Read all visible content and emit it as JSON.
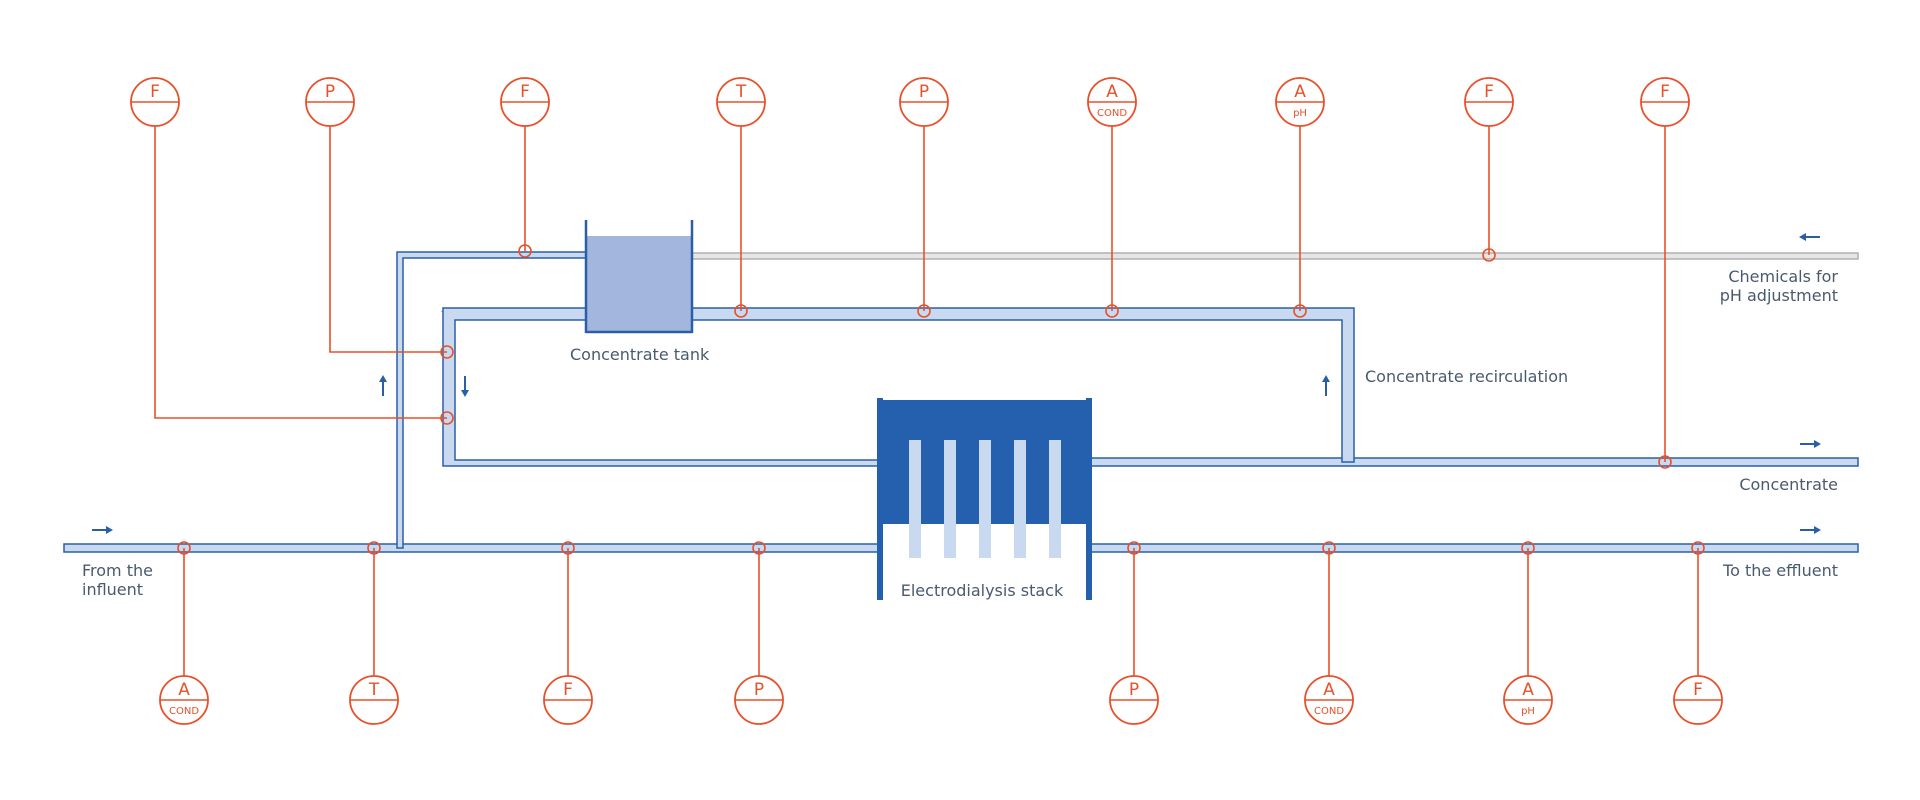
{
  "labels": {
    "concentrate_tank": "Concentrate tank",
    "concentrate_recirculation": "Concentrate recirculation",
    "chemicals_line1": "Chemicals for",
    "chemicals_line2": "pH adjustment",
    "concentrate": "Concentrate",
    "influent_line1": "From the",
    "influent_line2": "influent",
    "effluent": "To the effluent",
    "stack": "Electrodialysis stack"
  },
  "colors": {
    "pipe_blue": "#2a5fa8",
    "pipe_fill": "#c9daf0",
    "pipe_gray": "#b0b0b0",
    "tank": "#a3b7de",
    "stack": "#2460ad",
    "stack_plate": "#c9daf0",
    "instrument": "#e8502a",
    "text": "#4a5a6e"
  },
  "instruments_top": [
    {
      "letter": "F",
      "sub": ""
    },
    {
      "letter": "P",
      "sub": ""
    },
    {
      "letter": "F",
      "sub": ""
    },
    {
      "letter": "T",
      "sub": ""
    },
    {
      "letter": "P",
      "sub": ""
    },
    {
      "letter": "A",
      "sub": "COND"
    },
    {
      "letter": "A",
      "sub": "pH"
    },
    {
      "letter": "F",
      "sub": ""
    },
    {
      "letter": "F",
      "sub": ""
    }
  ],
  "instruments_bottom": [
    {
      "letter": "A",
      "sub": "COND"
    },
    {
      "letter": "T",
      "sub": ""
    },
    {
      "letter": "F",
      "sub": ""
    },
    {
      "letter": "P",
      "sub": ""
    },
    {
      "letter": "P",
      "sub": ""
    },
    {
      "letter": "A",
      "sub": "COND"
    },
    {
      "letter": "A",
      "sub": "pH"
    },
    {
      "letter": "F",
      "sub": ""
    }
  ]
}
